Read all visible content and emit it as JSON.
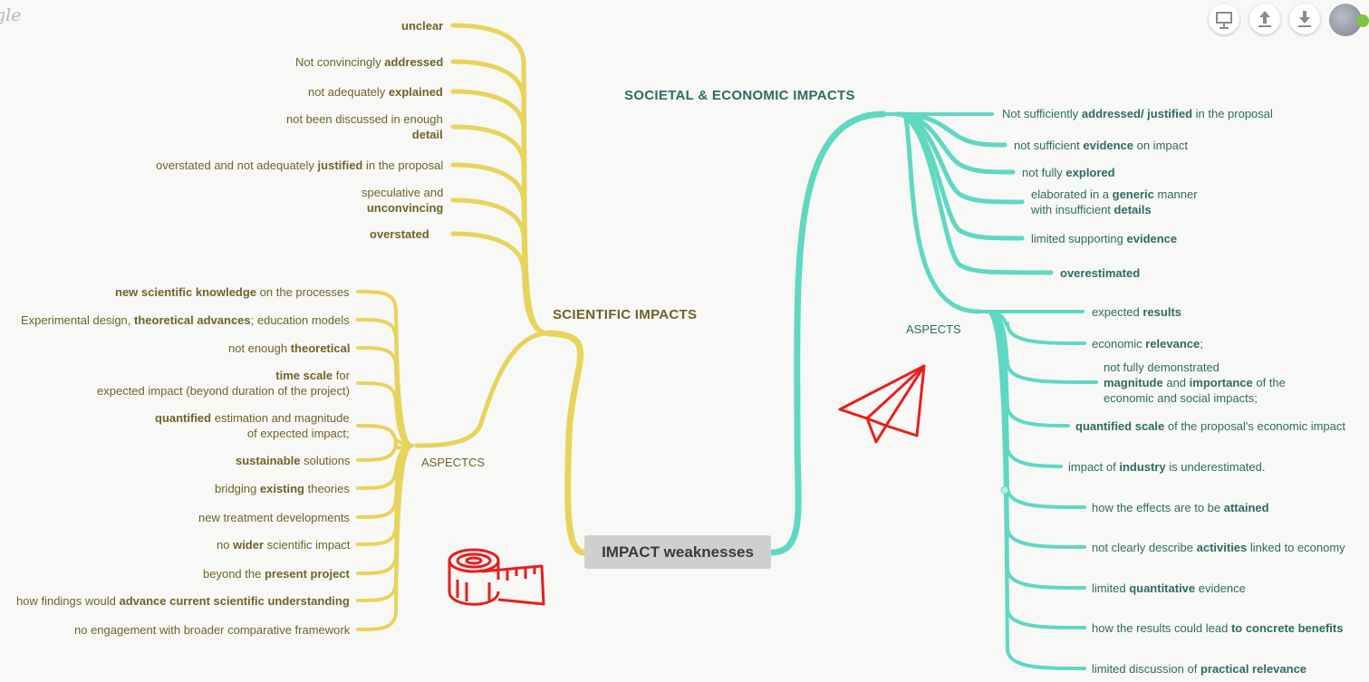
{
  "logo": "gle",
  "toolbar": {
    "present_icon": "presentation-icon",
    "upload_icon": "upload-icon",
    "download_icon": "download-icon",
    "avatar_icon": "user-avatar"
  },
  "colors": {
    "yellow": "#e8d35b",
    "teal": "#5fd8c2",
    "yellow_text": "#6e6428",
    "teal_text": "#2e6b63",
    "red": "#e61e1e"
  },
  "center": "IMPACT weaknesses",
  "scientific": {
    "title": "SCIENTIFIC IMPACTS",
    "direct": [
      {
        "parts": [
          {
            "t": "unclear",
            "b": true
          }
        ]
      },
      {
        "parts": [
          {
            "t": "Not convincingly "
          },
          {
            "t": "addressed",
            "b": true
          }
        ]
      },
      {
        "parts": [
          {
            "t": "not adequately "
          },
          {
            "t": "explained",
            "b": true
          }
        ]
      },
      {
        "parts": [
          {
            "t": "not been discussed in enough"
          },
          {
            "br": true
          },
          {
            "t": "detail",
            "b": true
          }
        ]
      },
      {
        "parts": [
          {
            "t": "overstated and not adequately "
          },
          {
            "t": "justified",
            "b": true
          },
          {
            "t": " in the proposal"
          }
        ]
      },
      {
        "parts": [
          {
            "t": "speculative and"
          },
          {
            "br": true
          },
          {
            "t": "unconvincing",
            "b": true
          }
        ]
      },
      {
        "parts": [
          {
            "t": "overstated",
            "b": true
          }
        ]
      }
    ],
    "aspects_label": "ASPECTCS",
    "aspects": [
      {
        "parts": [
          {
            "t": "new scientific knowledge",
            "b": true
          },
          {
            "t": " on the processes"
          }
        ]
      },
      {
        "parts": [
          {
            "t": "Experimental design, "
          },
          {
            "t": "theoretical advances",
            "b": true
          },
          {
            "t": "; education models"
          }
        ]
      },
      {
        "parts": [
          {
            "t": "not enough "
          },
          {
            "t": "theoretical",
            "b": true
          }
        ]
      },
      {
        "parts": [
          {
            "t": "time scale",
            "b": true
          },
          {
            "t": " for"
          },
          {
            "br": true
          },
          {
            "t": "expected impact (beyond duration of the project)"
          }
        ]
      },
      {
        "parts": [
          {
            "t": "quantified",
            "b": true
          },
          {
            "t": " estimation and magnitude"
          },
          {
            "br": true
          },
          {
            "t": "of expected impact;"
          }
        ]
      },
      {
        "parts": [
          {
            "t": "sustainable",
            "b": true
          },
          {
            "t": " solutions"
          }
        ]
      },
      {
        "parts": [
          {
            "t": "bridging "
          },
          {
            "t": "existing",
            "b": true
          },
          {
            "t": " theories"
          }
        ]
      },
      {
        "parts": [
          {
            "t": "new treatment developments"
          }
        ]
      },
      {
        "parts": [
          {
            "t": "no "
          },
          {
            "t": "wider",
            "b": true
          },
          {
            "t": " scientific impact"
          }
        ]
      },
      {
        "parts": [
          {
            "t": "beyond the "
          },
          {
            "t": "present project",
            "b": true
          }
        ]
      },
      {
        "parts": [
          {
            "t": "how findings would "
          },
          {
            "t": "advance current scientific understanding",
            "b": true
          }
        ]
      },
      {
        "parts": [
          {
            "t": "no engagement with broader comparative framework"
          }
        ]
      }
    ]
  },
  "societal": {
    "title": "SOCIETAL & ECONOMIC IMPACTS",
    "direct": [
      {
        "parts": [
          {
            "t": "Not sufficiently "
          },
          {
            "t": "addressed/ justified",
            "b": true
          },
          {
            "t": " in the proposal"
          }
        ]
      },
      {
        "parts": [
          {
            "t": "not sufficient "
          },
          {
            "t": "evidence",
            "b": true
          },
          {
            "t": " on impact"
          }
        ]
      },
      {
        "parts": [
          {
            "t": "not fully "
          },
          {
            "t": "explored",
            "b": true
          }
        ]
      },
      {
        "parts": [
          {
            "t": "elaborated in a "
          },
          {
            "t": "generic",
            "b": true
          },
          {
            "t": " manner"
          },
          {
            "br": true
          },
          {
            "t": "with insufficient "
          },
          {
            "t": "details",
            "b": true
          }
        ]
      },
      {
        "parts": [
          {
            "t": "limited supporting "
          },
          {
            "t": "evidence",
            "b": true
          }
        ]
      },
      {
        "parts": [
          {
            "t": "overestimated",
            "b": true
          }
        ]
      }
    ],
    "aspects_label": "ASPECTS",
    "aspects": [
      {
        "parts": [
          {
            "t": "expected "
          },
          {
            "t": "results",
            "b": true
          }
        ]
      },
      {
        "parts": [
          {
            "t": "economic "
          },
          {
            "t": "relevance",
            "b": true
          },
          {
            "t": ";"
          }
        ]
      },
      {
        "parts": [
          {
            "t": "not fully demonstrated"
          },
          {
            "br": true
          },
          {
            "t": "magnitude",
            "b": true
          },
          {
            "t": " and "
          },
          {
            "t": "importance",
            "b": true
          },
          {
            "t": " of the"
          },
          {
            "br": true
          },
          {
            "t": "economic and social impacts;"
          }
        ]
      },
      {
        "parts": [
          {
            "t": "quantified scale",
            "b": true
          },
          {
            "t": " of the proposal's economic impact"
          }
        ]
      },
      {
        "parts": [
          {
            "t": "impact of "
          },
          {
            "t": "industry",
            "b": true
          },
          {
            "t": " is underestimated."
          }
        ]
      },
      {
        "parts": [
          {
            "t": "how the effects are to be "
          },
          {
            "t": "attained",
            "b": true
          }
        ]
      },
      {
        "parts": [
          {
            "t": "not clearly describe "
          },
          {
            "t": "activities",
            "b": true
          },
          {
            "t": " linked to economy"
          }
        ]
      },
      {
        "parts": [
          {
            "t": "limited "
          },
          {
            "t": "quantitative",
            "b": true
          },
          {
            "t": " evidence"
          }
        ]
      },
      {
        "parts": [
          {
            "t": "how the results could lead "
          },
          {
            "t": "to concrete benefits",
            "b": true
          }
        ]
      },
      {
        "parts": [
          {
            "t": "limited discussion of "
          },
          {
            "t": "practical relevance",
            "b": true
          }
        ]
      }
    ]
  },
  "stickers": {
    "tape": "measuring-tape-icon",
    "plane": "paper-plane-icon"
  }
}
